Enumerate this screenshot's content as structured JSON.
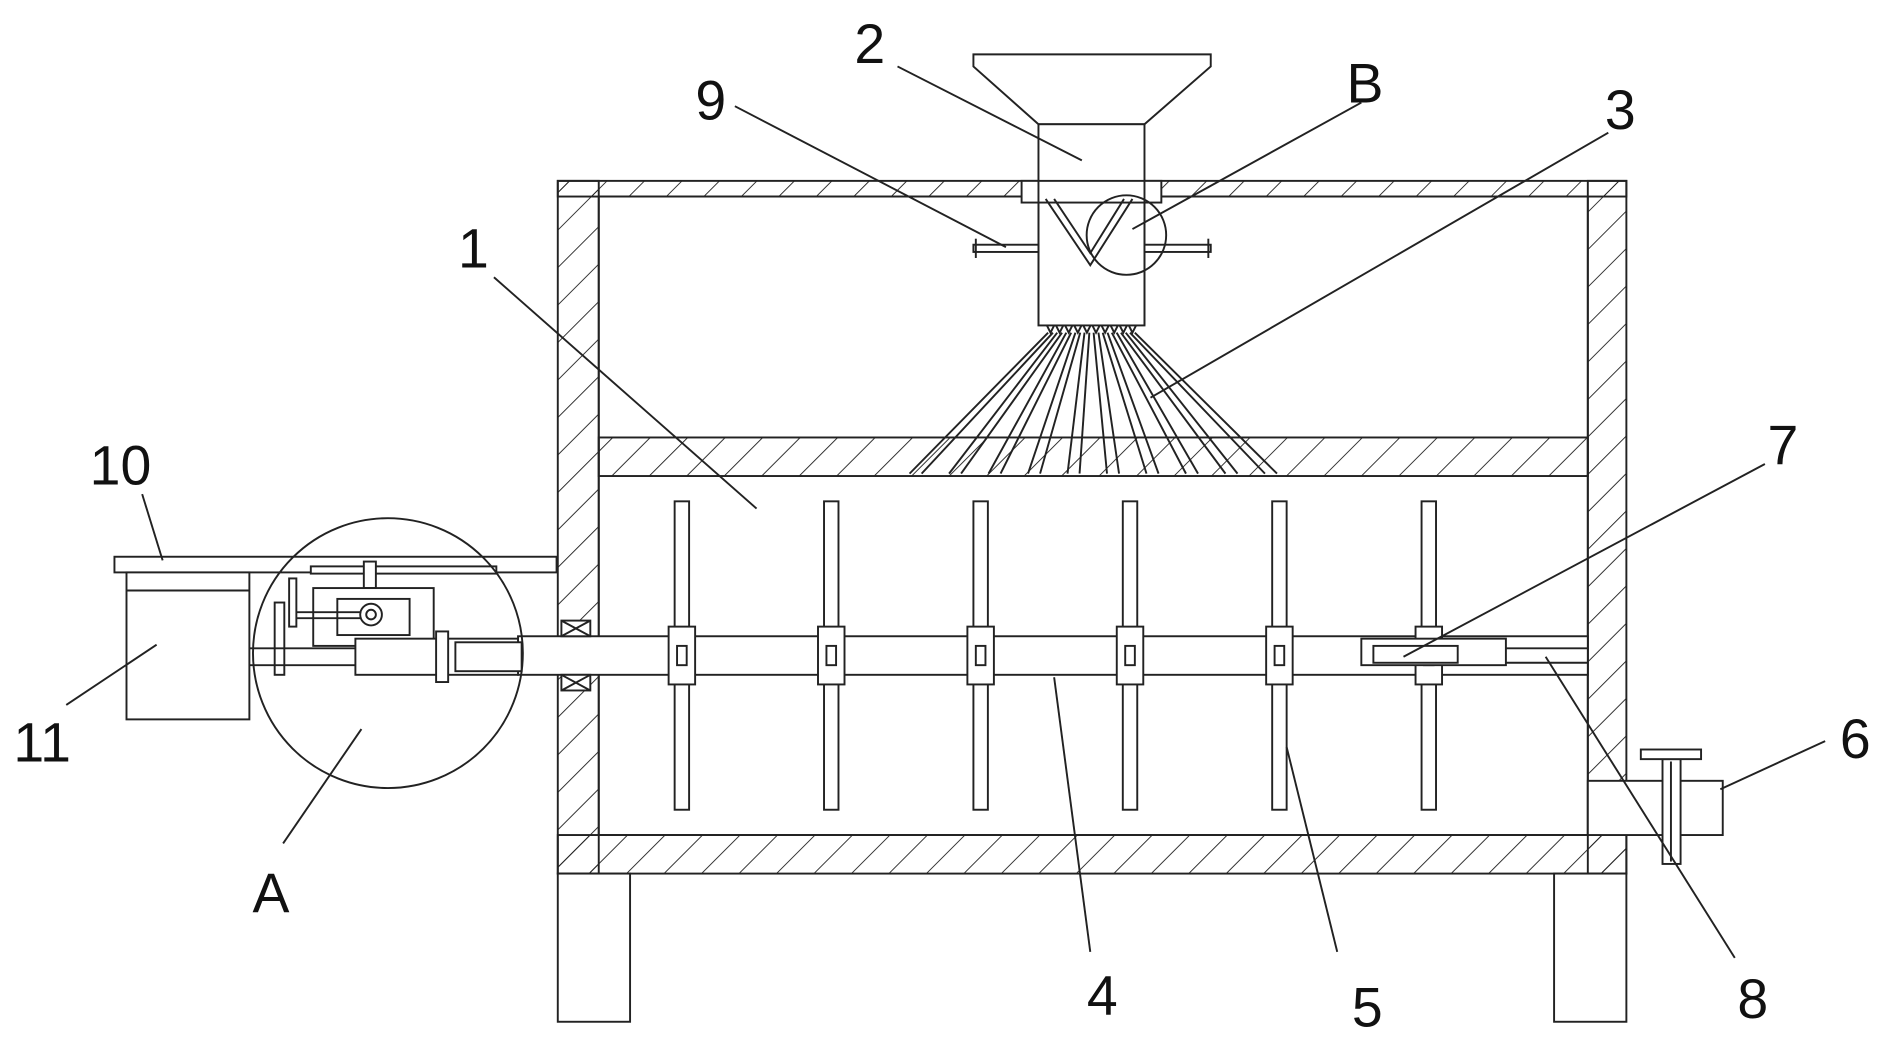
{
  "figure": {
    "labels": {
      "l1": "1",
      "l2": "2",
      "l3": "3",
      "l4": "4",
      "l5": "5",
      "l6": "6",
      "l7": "7",
      "l8": "8",
      "l9": "9",
      "l10": "10",
      "l11": "11",
      "lA": "A",
      "lB": "B"
    },
    "paddle_count": 6,
    "spray_nozzle_count": 10
  }
}
